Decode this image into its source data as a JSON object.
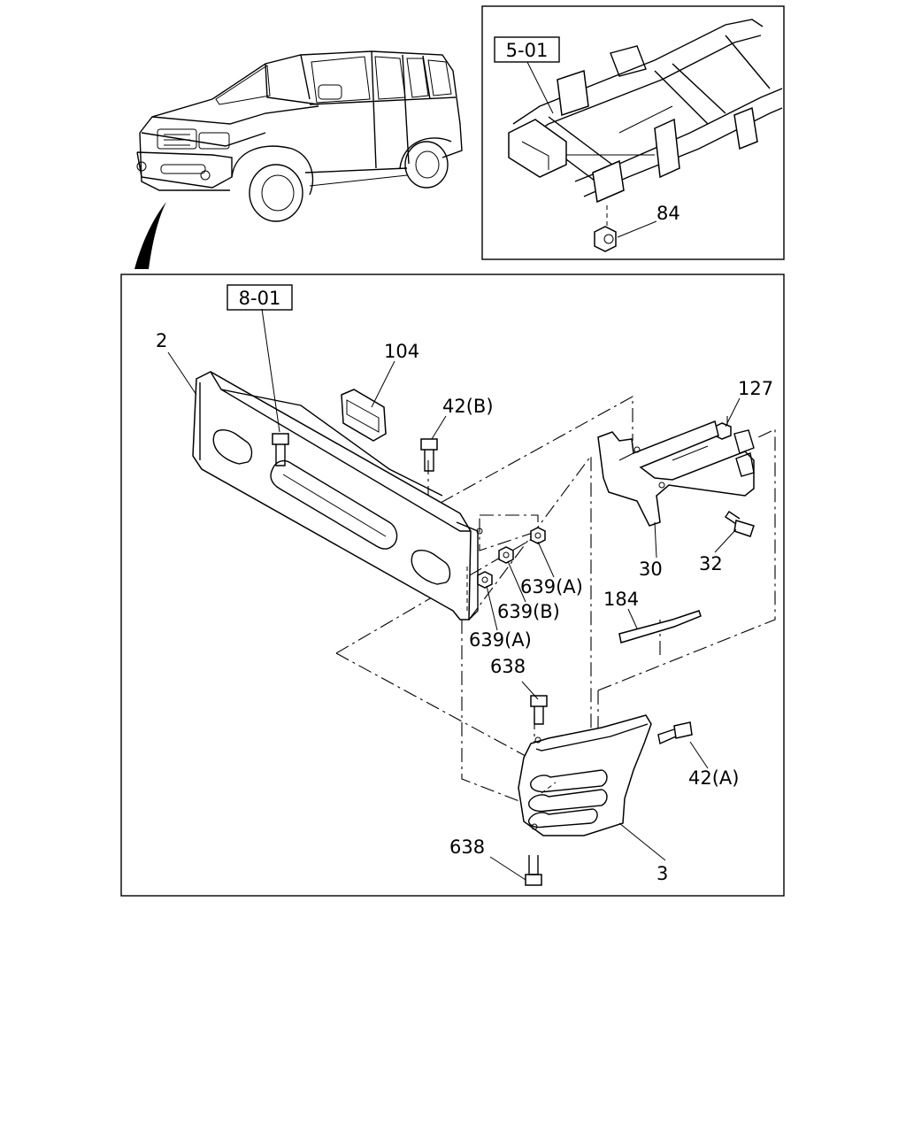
{
  "references": {
    "frame_ref": "5-01",
    "bumper_ref": "8-01"
  },
  "callouts": {
    "c84": "84",
    "c2": "2",
    "c104": "104",
    "c42b": "42(B)",
    "c127": "127",
    "c30": "30",
    "c32": "32",
    "c639a_upper": "639(A)",
    "c639b": "639(B)",
    "c639a_lower": "639(A)",
    "c184": "184",
    "c638_upper": "638",
    "c42a": "42(A)",
    "c638_lower": "638",
    "c3": "3"
  }
}
